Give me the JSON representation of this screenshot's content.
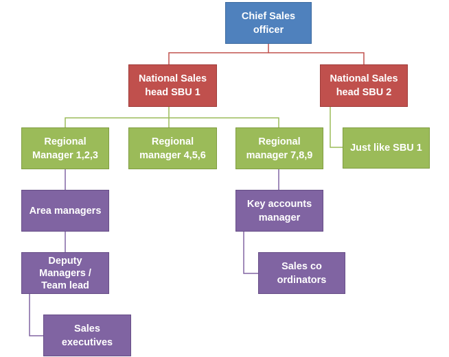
{
  "colors": {
    "level_1": "#4f81bd",
    "level_2": "#c0504d",
    "level_3": "#9bbb59",
    "level_4": "#8064a2"
  },
  "nodes": {
    "chief_sales_officer": "Chief Sales\nofficer",
    "national_head_sbu1": "National Sales\nhead SBU 1",
    "national_head_sbu2": "National Sales\nhead SBU 2",
    "regional_manager_123": "Regional\nManager 1,2,3",
    "regional_manager_456": "Regional\nmanager 4,5,6",
    "regional_manager_789": "Regional\nmanager 7,8,9",
    "just_like_sbu1": "Just like SBU 1",
    "area_managers": "Area managers",
    "key_accounts_manager": "Key accounts\nmanager",
    "deputy_managers": "Deputy\nManagers /\nTeam lead",
    "sales_coordinators": "Sales co\nordinators",
    "sales_executives": "Sales executives"
  }
}
